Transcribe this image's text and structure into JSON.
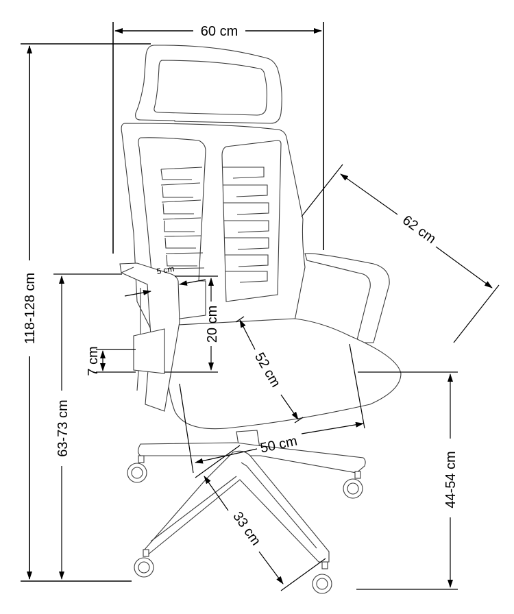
{
  "diagram": {
    "subject": "office chair",
    "stroke_color": "#000000",
    "outline_color": "#3a3a3a",
    "background": "#ffffff",
    "dimensions": {
      "width": "60 cm",
      "total_height": "118-128 cm",
      "armrest_height": "63-73 cm",
      "seat_height": "44-54 cm",
      "depth": "62 cm",
      "seat_depth": "52 cm",
      "seat_width": "50 cm",
      "base_leg": "33 cm",
      "armrest_to_seat": "20 cm",
      "armrest_width": "5 cm",
      "armrest_adjust": "7 cm"
    }
  }
}
